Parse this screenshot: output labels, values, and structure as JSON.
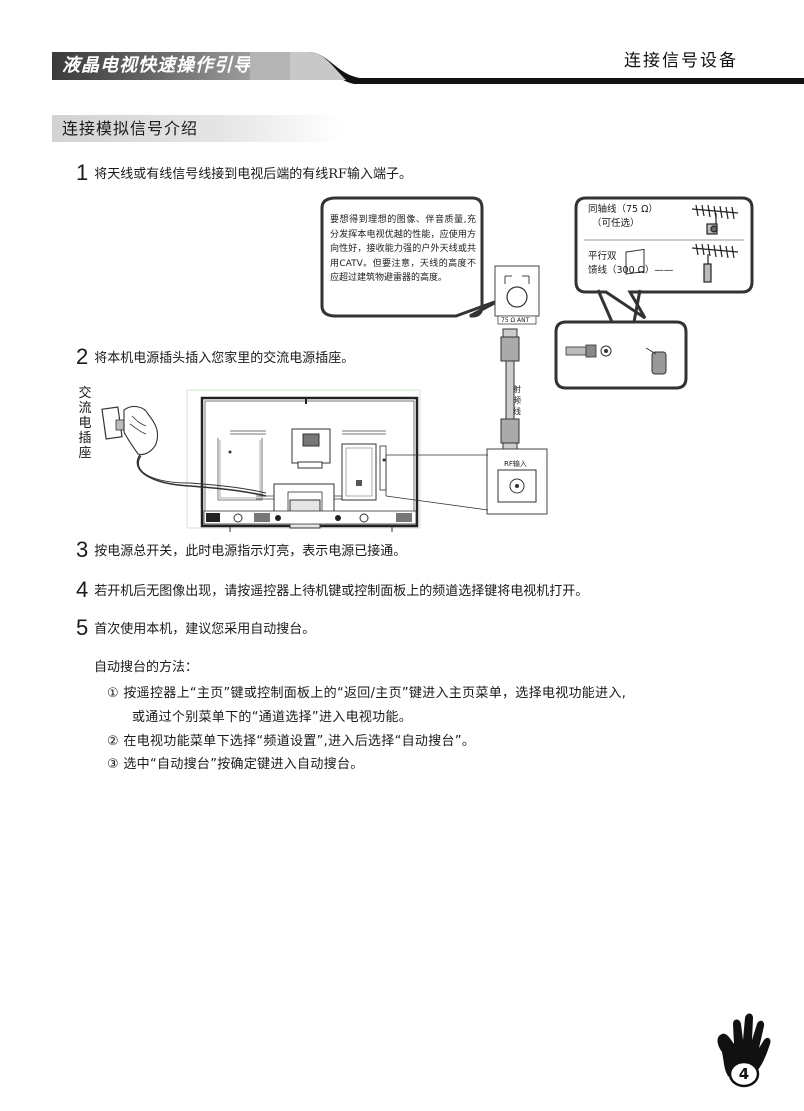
{
  "header": {
    "title": "液晶电视快速操作引导",
    "section_right": "连接信号设备"
  },
  "section": {
    "title": "连接模拟信号介绍"
  },
  "steps": [
    {
      "num": "1",
      "text": "将天线或有线信号线接到电视后端的有线RF输入端子。"
    },
    {
      "num": "2",
      "text": "将本机电源插头插入您家里的交流电源插座。"
    },
    {
      "num": "3",
      "text": "按电源总开关，此时电源指示灯亮，表示电源已接通。"
    },
    {
      "num": "4",
      "text": "若开机后无图像出现，请按遥控器上待机键或控制面板上的频道选择键将电视机打开。"
    },
    {
      "num": "5",
      "text": "首次使用本机，建议您采用自动搜台。"
    }
  ],
  "diagram": {
    "callout": "要想得到理想的图像、伴音质量,充分发挥本电视优越的性能，应使用方向性好，接收能力强的户外天线或共用CATV。但要注意，天线的高度不应超过建筑物避雷器的高度。",
    "coax_label_1": "同轴线（75 Ω）",
    "coax_label_2": "（可任选）",
    "twin_label_1": "平行双",
    "twin_label_2": "馈线（300 Ω）——",
    "ant_port": "75 Ω ANT",
    "cable_label": "射频线",
    "rf_input": "RF输入",
    "outlet_label": "交流电插座"
  },
  "method": {
    "title": "自动搜台的方法：",
    "lines": [
      "① 按遥控器上“主页”键或控制面板上的“返回/主页”键进入主页菜单，选择电视功能进入,",
      "或通过个别菜单下的“通道选择”进入电视功能。",
      "② 在电视功能菜单下选择“频道设置”,进入后选择“自动搜台”。",
      "③ 选中“自动搜台”按确定键进入自动搜台。"
    ]
  },
  "footer": {
    "page_number": "4"
  }
}
